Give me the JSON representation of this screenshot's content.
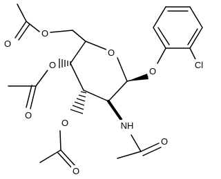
{
  "atoms": {
    "ring_oxygen": "O",
    "aryl_ether_oxygen": "O",
    "chlorine": "Cl",
    "c6_ester_oxygen": "O",
    "c6_carbonyl_oxygen": "O",
    "c4_ester_oxygen": "O",
    "c4_carbonyl_oxygen": "O",
    "c3_ester_oxygen": "O",
    "c3_carbonyl_oxygen": "O",
    "acetamide_nitrogen": "NH",
    "acetamide_carbonyl_oxygen": "O"
  }
}
